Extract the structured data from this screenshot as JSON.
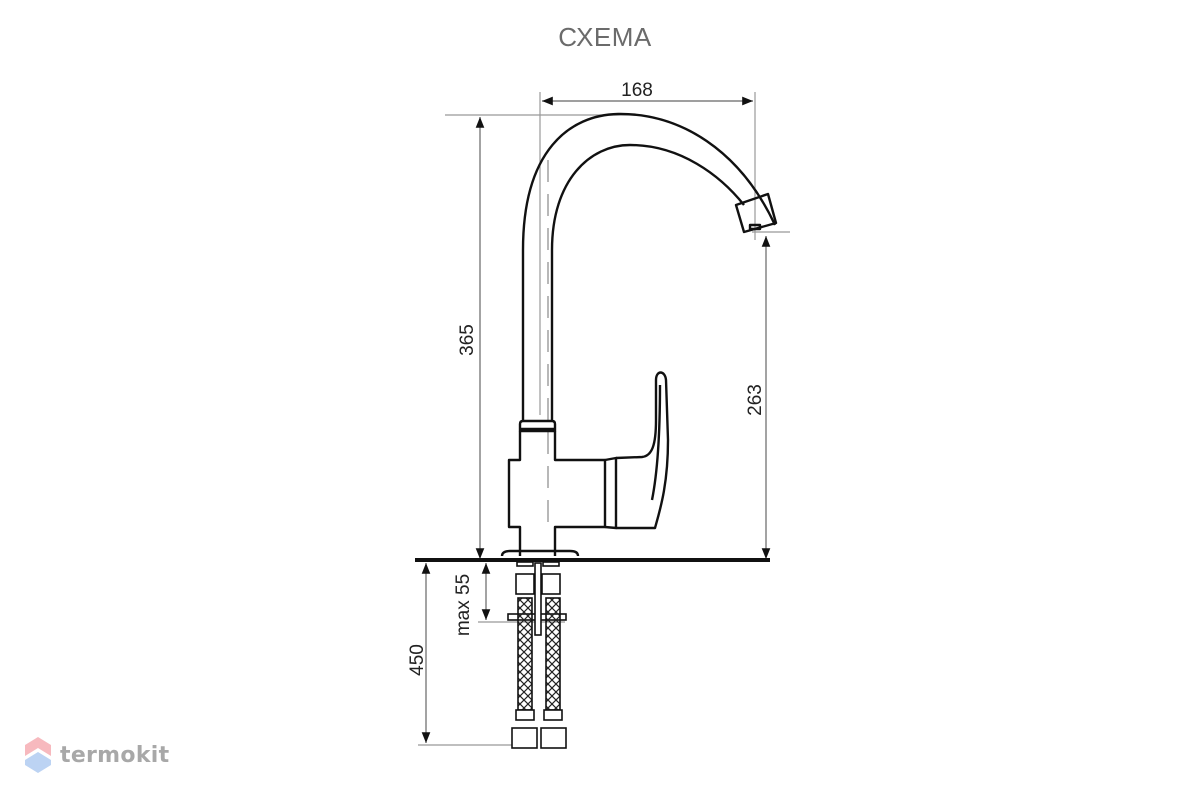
{
  "title": "СХЕМА",
  "dimensions": {
    "spout_reach": "168",
    "total_height": "365",
    "spout_height": "263",
    "max_countertop": "max 55",
    "hose_length": "450"
  },
  "logo": {
    "text": "termokit",
    "icon": "hexagon-logo-icon",
    "colors": {
      "top": "#f7b9be",
      "bottom": "#bcd3f3",
      "text": "#a8a8a8"
    }
  },
  "colors": {
    "line": "#111111",
    "dim_line": "#888888",
    "title": "#6b6b6b"
  }
}
